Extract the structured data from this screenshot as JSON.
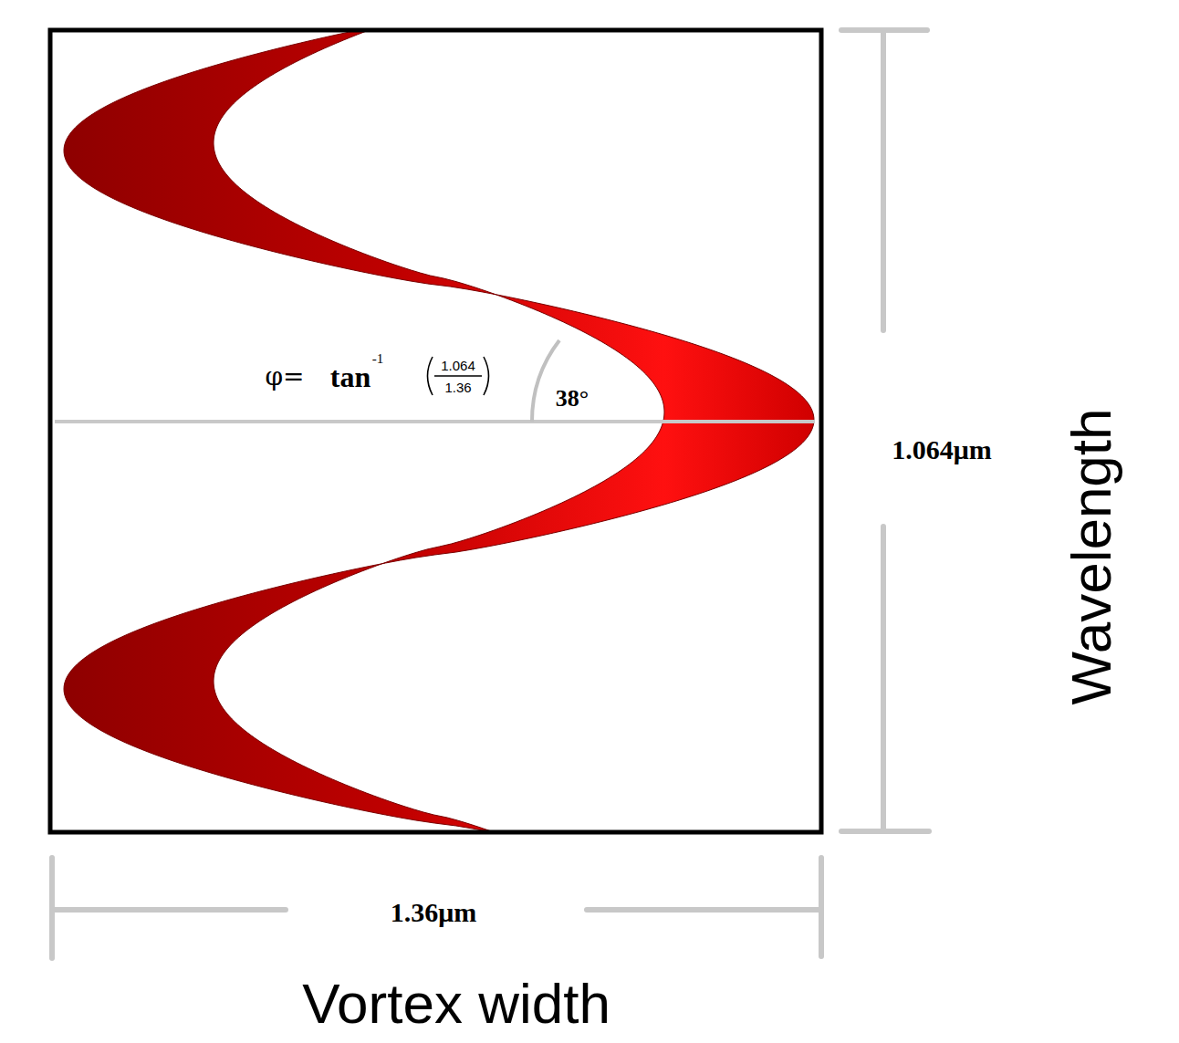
{
  "diagram": {
    "labels": [
      "φ=",
      "tan",
      "-1",
      "1.064",
      "1.36",
      "38°",
      "1.064μm",
      "1.36μm",
      "Wavelength",
      "Vortex width"
    ]
  }
}
